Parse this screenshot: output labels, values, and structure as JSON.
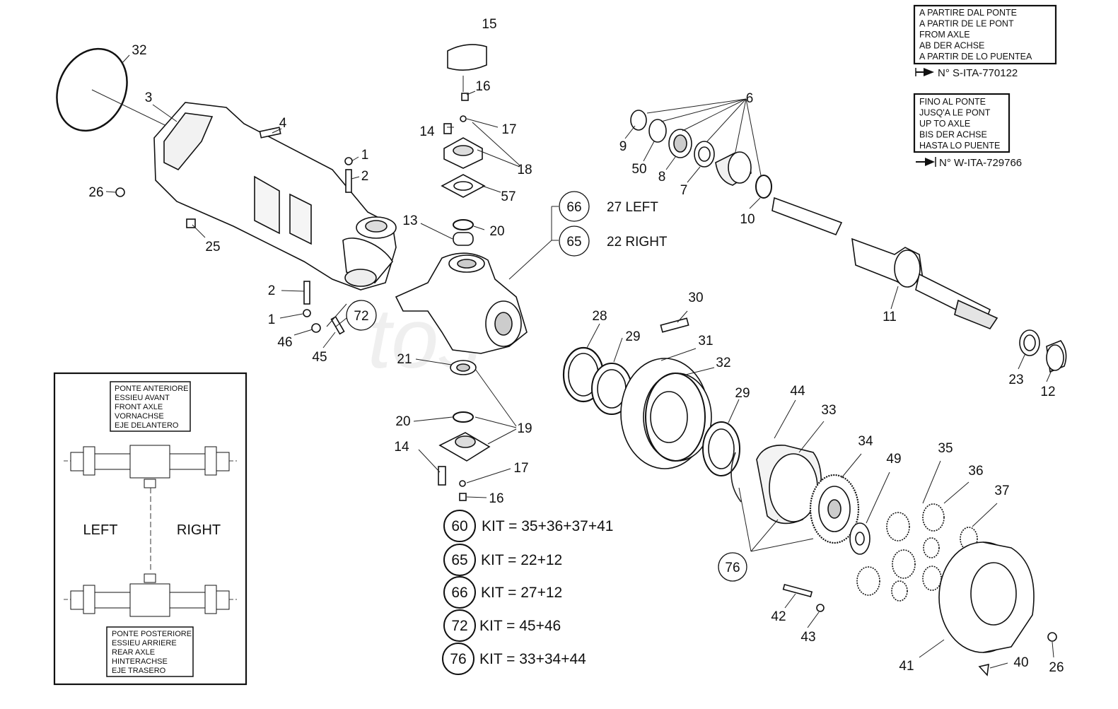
{
  "labels": {
    "l1a": "1",
    "l1b": "1",
    "l2a": "2",
    "l2b": "2",
    "l3": "3",
    "l4": "4",
    "l6": "6",
    "l7": "7",
    "l8": "8",
    "l9": "9",
    "l10": "10",
    "l11": "11",
    "l12": "12",
    "l13": "13",
    "l14a": "14",
    "l14b": "14",
    "l15": "15",
    "l16a": "16",
    "l16b": "16",
    "l17a": "17",
    "l17b": "17",
    "l18": "18",
    "l19": "19",
    "l20a": "20",
    "l20b": "20",
    "l21": "21",
    "l23": "23",
    "l25": "25",
    "l26a": "26",
    "l26b": "26",
    "l28": "28",
    "l29a": "29",
    "l29b": "29",
    "l30": "30",
    "l31": "31",
    "l32a": "32",
    "l32b": "32",
    "l33": "33",
    "l34": "34",
    "l35": "35",
    "l36": "36",
    "l37": "37",
    "l40": "40",
    "l41": "41",
    "l42": "42",
    "l43": "43",
    "l44": "44",
    "l45": "45",
    "l46": "46",
    "l49": "49",
    "l50": "50",
    "l57": "57"
  },
  "callouts": {
    "c66": "66",
    "left_text": "27  LEFT",
    "c65": "65",
    "right_text": "22  RIGHT",
    "c72": "72",
    "c76": "76"
  },
  "from_axle_box": {
    "lines": [
      "A PARTIRE DAL PONTE",
      "A PARTIR DE LE PONT",
      "FROM AXLE",
      "AB DER ACHSE",
      "A PARTIR DE LO PUENTEA"
    ],
    "serial": "N° S-ITA-770122"
  },
  "upto_axle_box": {
    "lines": [
      "FINO AL PONTE",
      "JUSQ'A LE PONT",
      "UP TO AXLE",
      "BIS DER ACHSE",
      "HASTA LO PUENTE"
    ],
    "serial": "N° W-ITA-729766"
  },
  "inset": {
    "front_lines": [
      "PONTE ANTERIORE",
      "ESSIEU AVANT",
      "FRONT AXLE",
      "VORNACHSE",
      "EJE DELANTERO"
    ],
    "rear_lines": [
      "PONTE POSTERIORE",
      "ESSIEU ARRIERE",
      "REAR AXLE",
      "HINTERACHSE",
      "EJE TRASERO"
    ],
    "left": "LEFT",
    "right": "RIGHT"
  },
  "kits": [
    {
      "num": "60",
      "text": "KIT = 35+36+37+41"
    },
    {
      "num": "65",
      "text": "KIT = 22+12"
    },
    {
      "num": "66",
      "text": "KIT = 27+12"
    },
    {
      "num": "72",
      "text": "KIT = 45+46"
    },
    {
      "num": "76",
      "text": "KIT = 33+34+44"
    }
  ]
}
